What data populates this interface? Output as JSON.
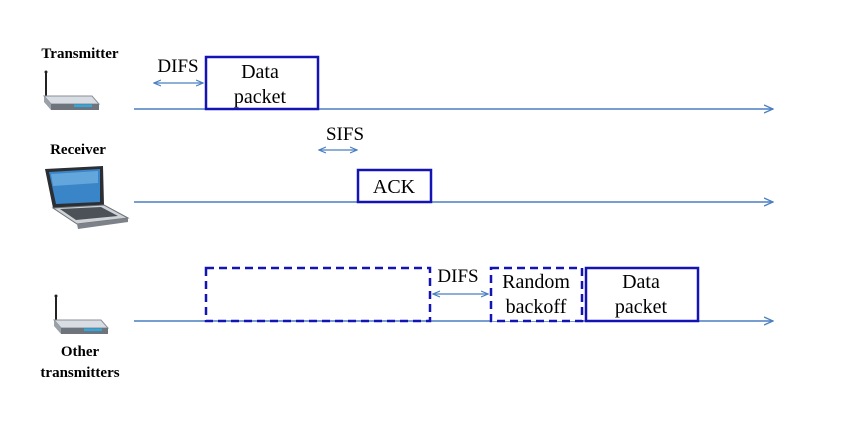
{
  "devices": {
    "transmitter": {
      "label": "Transmitter",
      "icon": "wireless-router-icon"
    },
    "receiver": {
      "label": "Receiver",
      "icon": "laptop-icon"
    },
    "others": {
      "label_line1": "Other",
      "label_line2": "transmitters",
      "icon": "wireless-router-icon"
    }
  },
  "row1": {
    "difs_label": "DIFS",
    "data_packet": {
      "line1": "Data",
      "line2": "packet"
    }
  },
  "row2": {
    "sifs_label": "SIFS",
    "ack_label": "ACK"
  },
  "row3": {
    "difs_label": "DIFS",
    "random_backoff": {
      "line1": "Random",
      "line2": "backoff"
    },
    "data_packet": {
      "line1": "Data",
      "line2": "packet"
    }
  },
  "colors": {
    "timeline": "#4a7fc1",
    "box_border": "#1414b4",
    "arrow": "#4a7fc1"
  }
}
